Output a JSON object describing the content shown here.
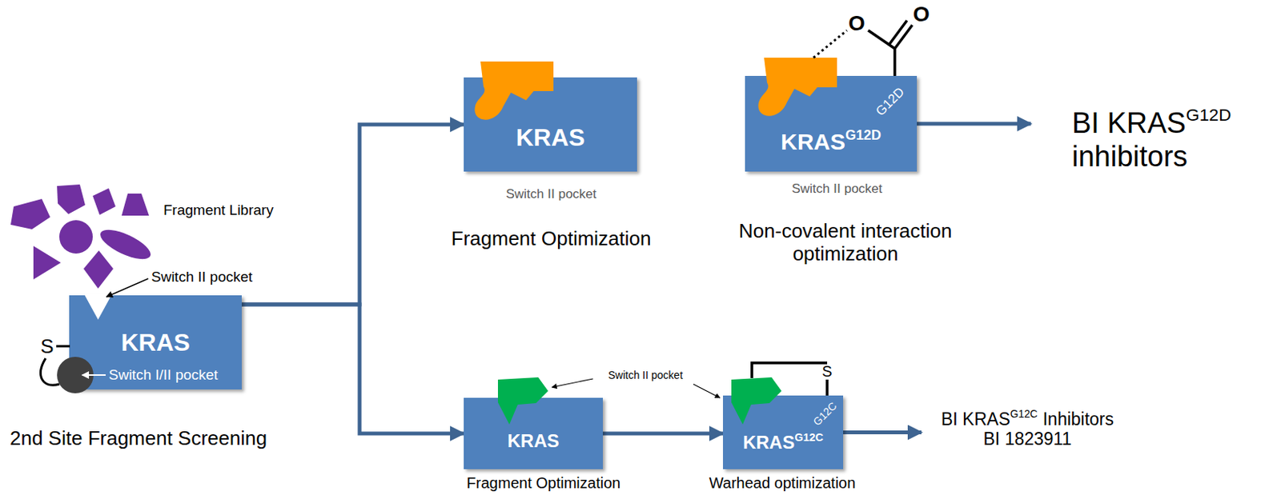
{
  "diagram": {
    "nodes": [
      {
        "text": [
          "KRAS"
        ]
      },
      {
        "text": [
          "KRAS"
        ]
      },
      {
        "text": [
          "KRAS",
          "G12D"
        ]
      },
      {
        "text": [
          "BI KRAS",
          "G12D",
          "inhibitors"
        ]
      },
      {
        "text": [
          "KRAS"
        ]
      },
      {
        "text": [
          "KRAS",
          "G12C"
        ]
      },
      {
        "text": [
          "BI KRAS",
          "G12C",
          "Inhibitors",
          "BI 1823911"
        ]
      }
    ],
    "edges": [
      {
        "from": 0,
        "to": 1,
        "arrow": "to"
      },
      {
        "from": 0,
        "to": 4,
        "arrow": "to"
      },
      {
        "from": 2,
        "to": 3,
        "arrow": "to"
      },
      {
        "from": 4,
        "to": 5,
        "arrow": "to"
      },
      {
        "from": 5,
        "to": 6,
        "arrow": "to"
      }
    ],
    "labels": [
      "Fragment Library",
      "Switch II pocket",
      "Switch I/II pocket",
      "S",
      "2nd Site Fragment Screening",
      "Switch II pocket",
      "Fragment Optimization",
      "O",
      "O",
      "G12D",
      "Switch II pocket",
      "Non-covalent interaction optimization",
      "Switch II pocket",
      "Fragment Optimization",
      "S",
      "G12C",
      "Warhead optimization"
    ]
  }
}
